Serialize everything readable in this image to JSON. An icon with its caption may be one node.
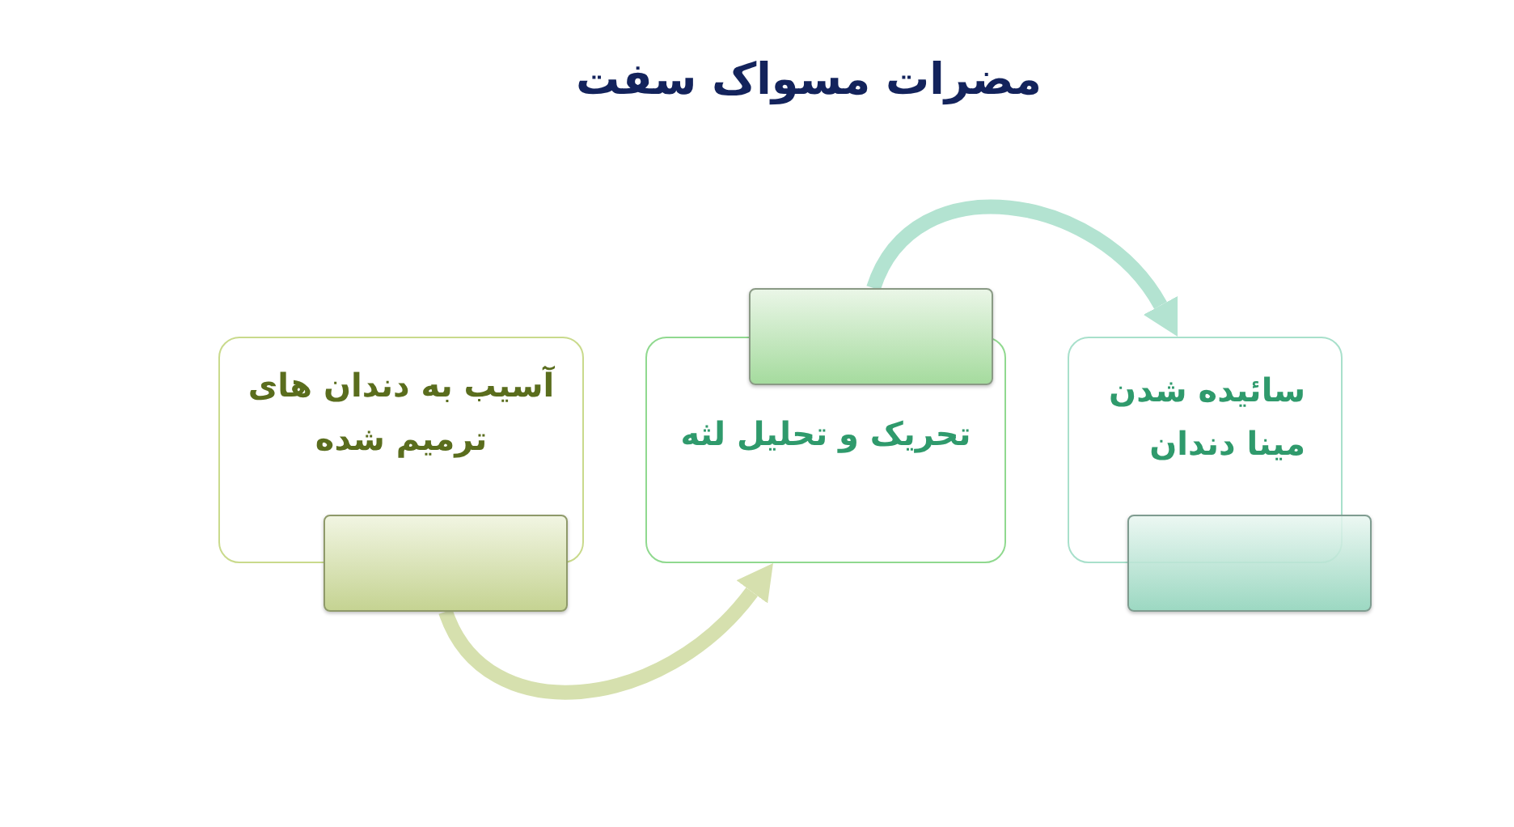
{
  "diagram": {
    "title": "مضرات مسواک سفت",
    "nodes": [
      {
        "text": [
          "آسیب به دندان های ترمیم شده"
        ]
      },
      {
        "text": [],
        "shape": "box"
      },
      {
        "text": [
          "تحریک و تحلیل لثه"
        ]
      },
      {
        "text": [],
        "shape": "box"
      },
      {
        "text": [
          "سائیده شدن مینا دندان"
        ]
      },
      {
        "text": [],
        "shape": "box"
      }
    ],
    "edges": [
      {
        "from": 1,
        "to": 2,
        "arrow": "to",
        "color": "#d6e0ae"
      },
      {
        "from": 3,
        "to": 4,
        "arrow": "to",
        "color": "#b3e3d1"
      }
    ]
  }
}
